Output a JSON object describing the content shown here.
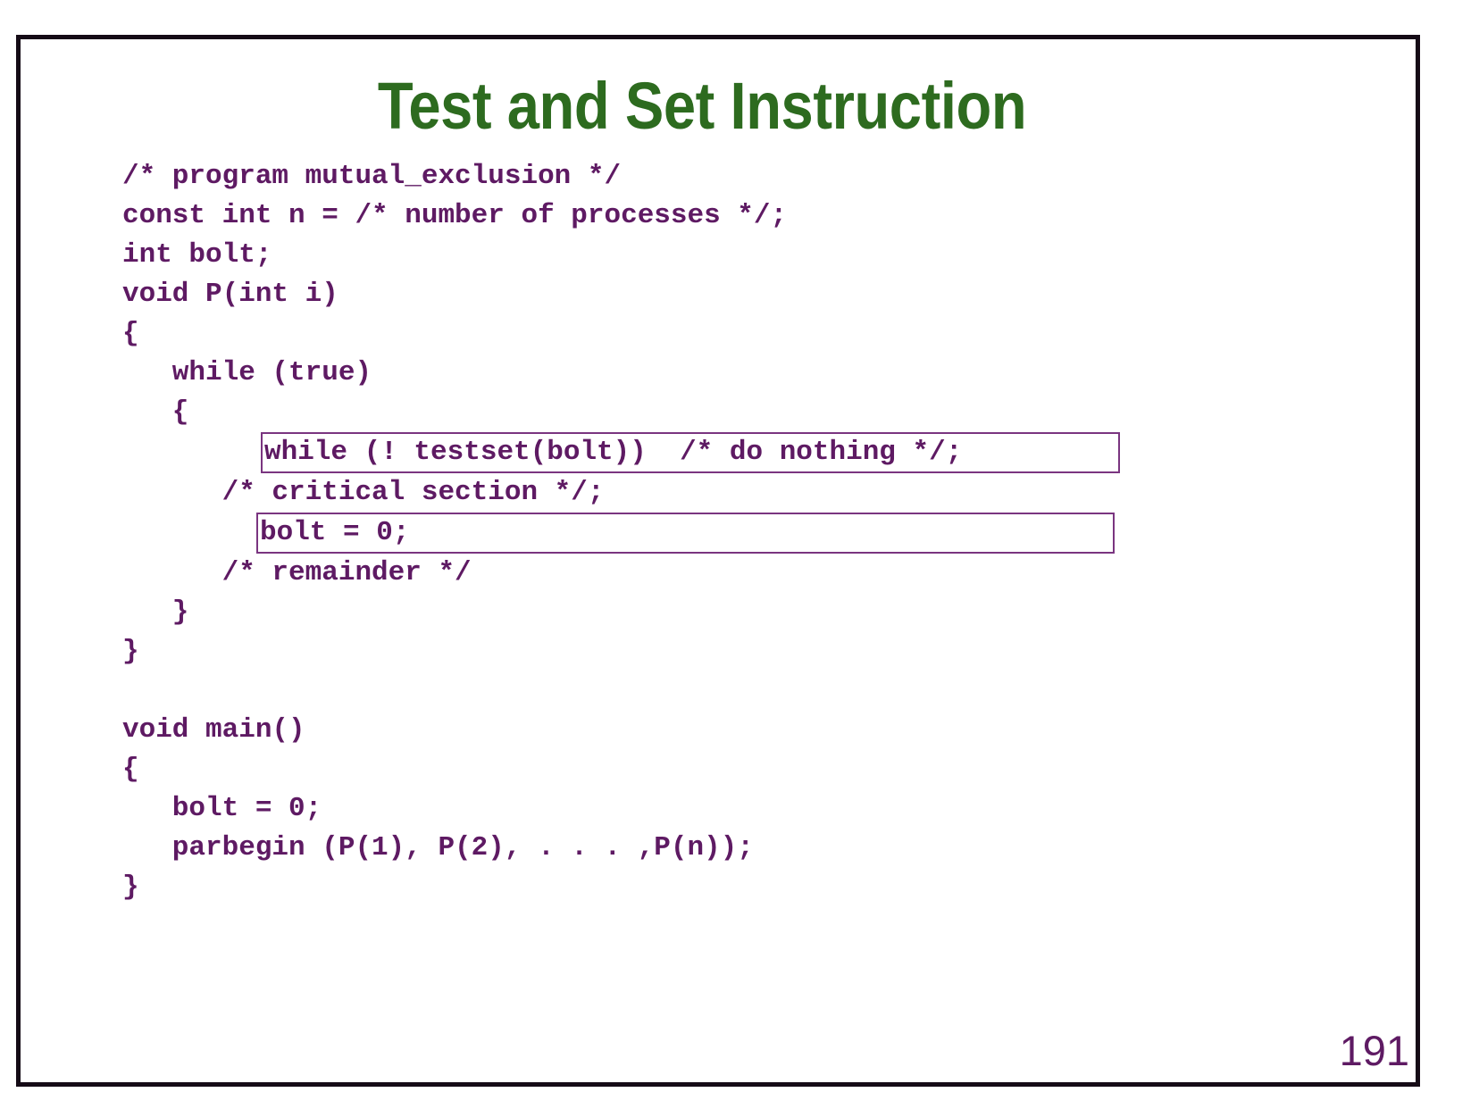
{
  "slide": {
    "title": "Test and Set Instruction",
    "page_number": "191",
    "colors": {
      "title_green": "#2d6b1f",
      "code_purple": "#5e1a63",
      "box_border_purple": "#7a3580",
      "frame_black": "#150b16",
      "background": "#ffffff"
    }
  },
  "code": {
    "lines": [
      {
        "text": "/* program mutual_exclusion */",
        "boxed": false
      },
      {
        "text": "const int n = /* number of processes */;",
        "boxed": false
      },
      {
        "text": "int bolt;",
        "boxed": false
      },
      {
        "text": "void P(int i)",
        "boxed": false
      },
      {
        "text": "{",
        "boxed": false
      },
      {
        "text": "   while (true)",
        "boxed": false
      },
      {
        "text": "   {",
        "boxed": false
      },
      {
        "text": "while (! testset(bolt))  /* do nothing */;",
        "boxed": true
      },
      {
        "text": "      /* critical section */;",
        "boxed": false
      },
      {
        "text": "bolt = 0;",
        "boxed": true
      },
      {
        "text": "      /* remainder */",
        "boxed": false
      },
      {
        "text": "   }",
        "boxed": false
      },
      {
        "text": "}",
        "boxed": false
      },
      {
        "text": "",
        "boxed": false
      },
      {
        "text": "void main()",
        "boxed": false
      },
      {
        "text": "{",
        "boxed": false
      },
      {
        "text": "   bolt = 0;",
        "boxed": false
      },
      {
        "text": "   parbegin (P(1), P(2), . . . ,P(n));",
        "boxed": false
      },
      {
        "text": "}",
        "boxed": false
      }
    ]
  }
}
